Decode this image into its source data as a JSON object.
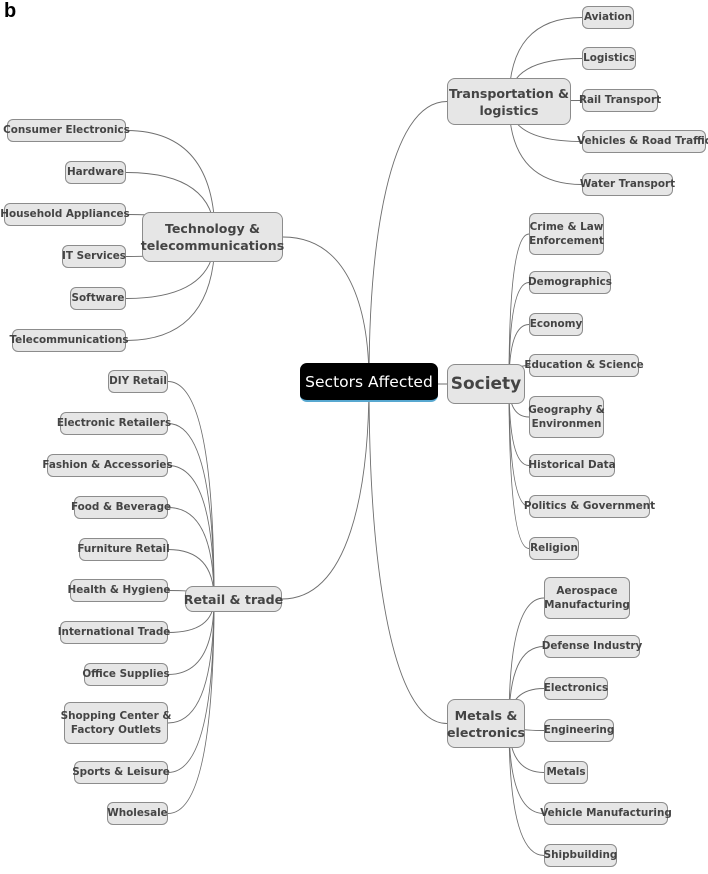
{
  "panel_label": "b",
  "central": "Sectors Affected",
  "branches": [
    {
      "label": "Transportation &\nlogistics",
      "children": [
        "Aviation",
        "Logistics",
        "Rail Transport",
        "Vehicles & Road Traffic",
        "Water Transport"
      ]
    },
    {
      "label": "Society",
      "children": [
        "Crime & Law\nEnforcement",
        "Demographics",
        "Economy",
        "Education & Science",
        "Geography &\nEnvironmen",
        "Historical Data",
        "Politics & Government",
        "Religion"
      ]
    },
    {
      "label": "Metals &\nelectronics",
      "children": [
        "Aerospace\nManufacturing",
        "Defense Industry",
        "Electronics",
        "Engineering",
        "Metals",
        "Vehicle Manufacturing",
        "Shipbuilding"
      ]
    },
    {
      "label": "Technology &\ntelecommunications",
      "children": [
        "Consumer Electronics",
        "Hardware",
        "Household Appliances",
        "IT Services",
        "Software",
        "Telecommunications"
      ]
    },
    {
      "label": "Retail & trade",
      "children": [
        "DIY Retail",
        "Electronic Retailers",
        "Fashion & Accessories",
        "Food & Beverage",
        "Furniture Retail",
        "Health & Hygiene",
        "International Trade",
        "Office Supplies",
        "Shopping Center &\nFactory Outlets",
        "Sports & Leisure",
        "Wholesale"
      ]
    }
  ]
}
